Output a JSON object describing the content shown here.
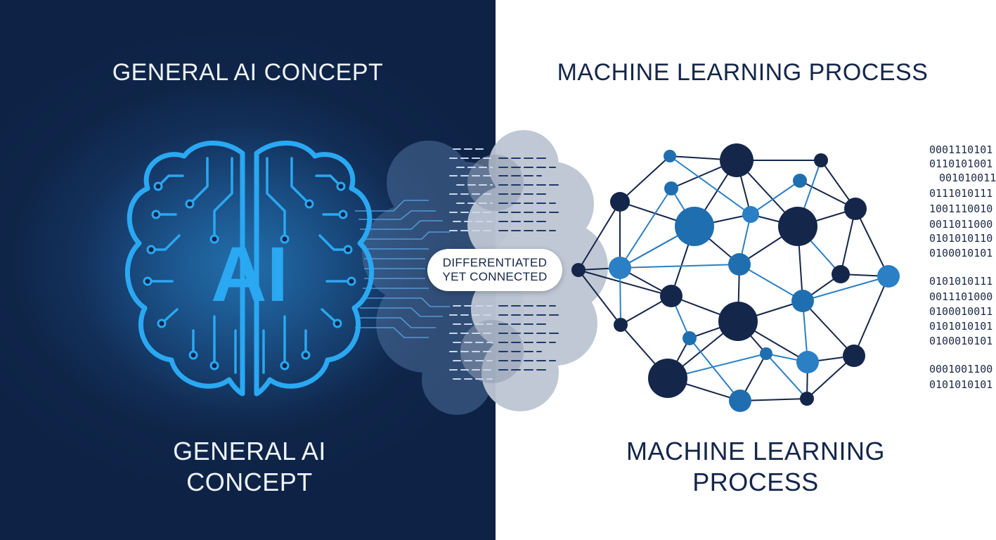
{
  "left": {
    "title_top": "GENERAL AI CONCEPT",
    "title_bottom_line1": "GENERAL AI",
    "title_bottom_line2": "CONCEPT",
    "brain_label": "AI"
  },
  "right": {
    "title_top": "MACHINE LEARNING PROCESS",
    "title_bottom_line1": "MACHINE LEARNING",
    "title_bottom_line2": "PROCESS",
    "binary_rows": [
      "0001110101",
      "0110101001",
      "001010011",
      "0111010111",
      "1001110010",
      "0011011000",
      "0101010110",
      "0100010101",
      "0101010111",
      "0011101000",
      "0100010011",
      "0101010101",
      "0100010101",
      "0001001100",
      "0101010101"
    ]
  },
  "center": {
    "badge_line1": "DIFFERENTIATED",
    "badge_line2": "YET CONNECTED"
  },
  "colors": {
    "left_bg": "#0f2548",
    "brain_blue": "#2aa8f2",
    "right_bg": "#ffffff",
    "node_dark": "#14264a",
    "node_mid": "#1f6fb0",
    "node_light": "#2b7fc4",
    "text_dark": "#14264a",
    "text_light": "#eef3fa"
  }
}
